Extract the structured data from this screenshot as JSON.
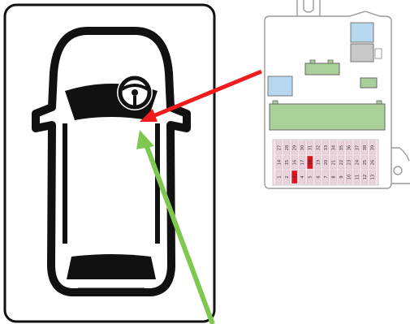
{
  "colors": {
    "frame": "#111111",
    "car_body": "#111111",
    "car_glass": "#111111",
    "pointer_arrow_red": "#ee1c1c",
    "pointer_arrow_green": "#7ec850",
    "box_outline": "#9a9a9a",
    "box_fill": "#ffffff",
    "connector_green": "#a9cf9a",
    "relay_blue": "#b6d7ee",
    "relay_grey": "#c8c8c8",
    "fuse_area": "#f6e4ea",
    "fuse_slot": "#ead4dc",
    "fuse_highlight": "#d9141b"
  },
  "icons": {
    "steering_wheel": "steering-wheel-icon",
    "vehicle": "car-top-view-icon"
  },
  "fuse_box": {
    "top_row": [
      "27",
      "28",
      "29",
      "30",
      "31",
      "32",
      "33",
      "34",
      "35",
      "36",
      "37",
      "38",
      "39"
    ],
    "middle_row": [
      "14",
      "15",
      "16",
      "17",
      "18",
      "19",
      "20",
      "21",
      "22",
      "23",
      "24",
      "25",
      "26"
    ],
    "bottom_row": [
      "1",
      "2",
      "3",
      "4",
      "5",
      "6",
      "7",
      "8",
      "9",
      "10",
      "11",
      "12",
      "13"
    ],
    "highlighted_fuses": [
      "3",
      "18"
    ]
  }
}
